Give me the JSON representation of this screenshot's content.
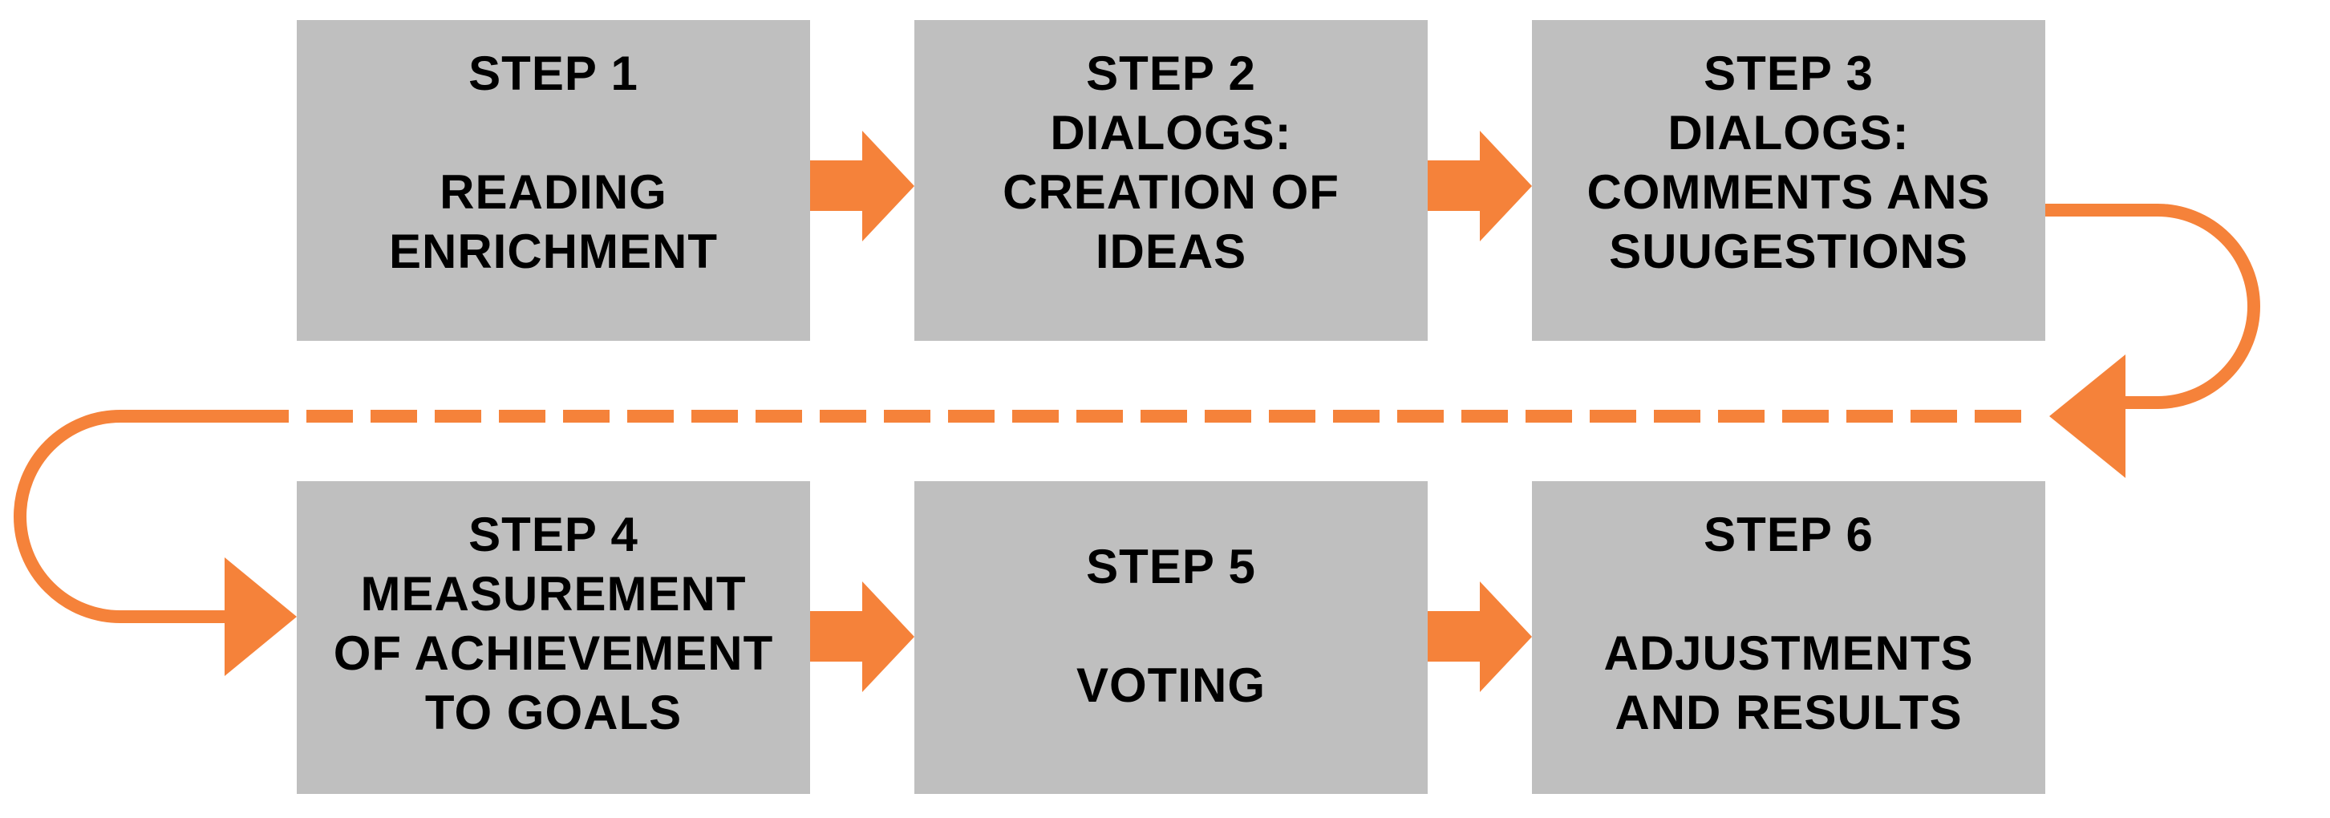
{
  "colors": {
    "box_fill": "#bfbfbf",
    "arrow": "#f5823a",
    "text": "#000000"
  },
  "steps": [
    {
      "lines": [
        "STEP 1",
        "",
        "READING",
        "ENRICHMENT"
      ]
    },
    {
      "lines": [
        "STEP 2",
        "DIALOGS:",
        "CREATION OF",
        "IDEAS"
      ]
    },
    {
      "lines": [
        "STEP 3",
        "DIALOGS:",
        "COMMENTS ANS",
        "SUUGESTIONS"
      ]
    },
    {
      "lines": [
        "STEP 4",
        "MEASUREMENT",
        "OF ACHIEVEMENT",
        "TO GOALS"
      ]
    },
    {
      "lines": [
        "STEP 5",
        "",
        "VOTING"
      ]
    },
    {
      "lines": [
        "STEP 6",
        "",
        "ADJUSTMENTS",
        "AND RESULTS"
      ]
    }
  ]
}
